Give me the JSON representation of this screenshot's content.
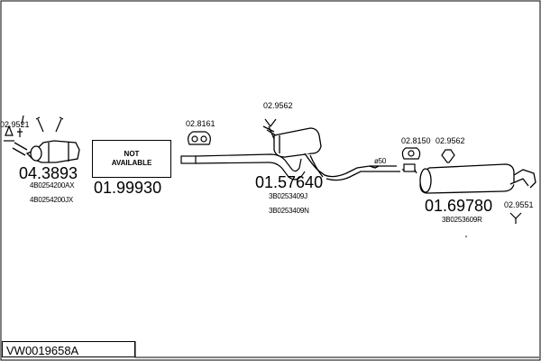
{
  "diagram_code": "VW0019658A",
  "not_available_box": {
    "line1": "NOT",
    "line2": "AVAILABLE"
  },
  "front_pipe": {
    "part_number": "04.3893",
    "oem_refs": [
      "4B0254200AX",
      "4B0254200JX"
    ],
    "clamp_refs": [
      "02.9521"
    ]
  },
  "catalyst": {
    "part_number": "01.99930"
  },
  "middle_section": {
    "part_number": "01.57640",
    "oem_refs": [
      "3B0253409J",
      "3B0253409N"
    ],
    "hardware_refs": [
      "02.8161",
      "02.9562"
    ],
    "pipe_diameter": "ø50"
  },
  "rear_section": {
    "part_number": "01.69780",
    "oem_refs": [
      "3B0253609R"
    ],
    "hardware_refs": [
      "02.8150",
      "02.9562",
      "02.9551"
    ]
  }
}
